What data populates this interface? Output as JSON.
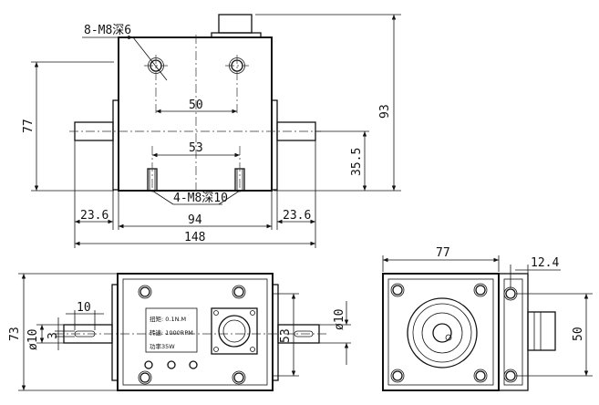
{
  "front_view": {
    "callout_top": "8-M8深6",
    "callout_bottom": "4-M8深10",
    "dim_hole_top": "50",
    "dim_hole_bottom": "53",
    "dim_height_77": "77",
    "dim_height_93": "93",
    "dim_center_35_5": "35.5",
    "dim_shaft_left": "23.6",
    "dim_shaft_right": "23.6",
    "dim_body_width": "94",
    "dim_total_length": "148"
  },
  "top_view": {
    "dim_height_73": "73",
    "dim_shaft_dia_left": "ø10",
    "dim_key_3": "3",
    "dim_key_len_10": "10",
    "dim_53": "53",
    "dim_shaft_dia_right": "ø10",
    "nameplate": {
      "torque": "扭矩: 0.1N.M",
      "speed": "转速: 1000RPM",
      "power": "功率35W"
    }
  },
  "side_view": {
    "dim_width_77": "77",
    "dim_12_4": "12.4",
    "dim_50": "50"
  }
}
